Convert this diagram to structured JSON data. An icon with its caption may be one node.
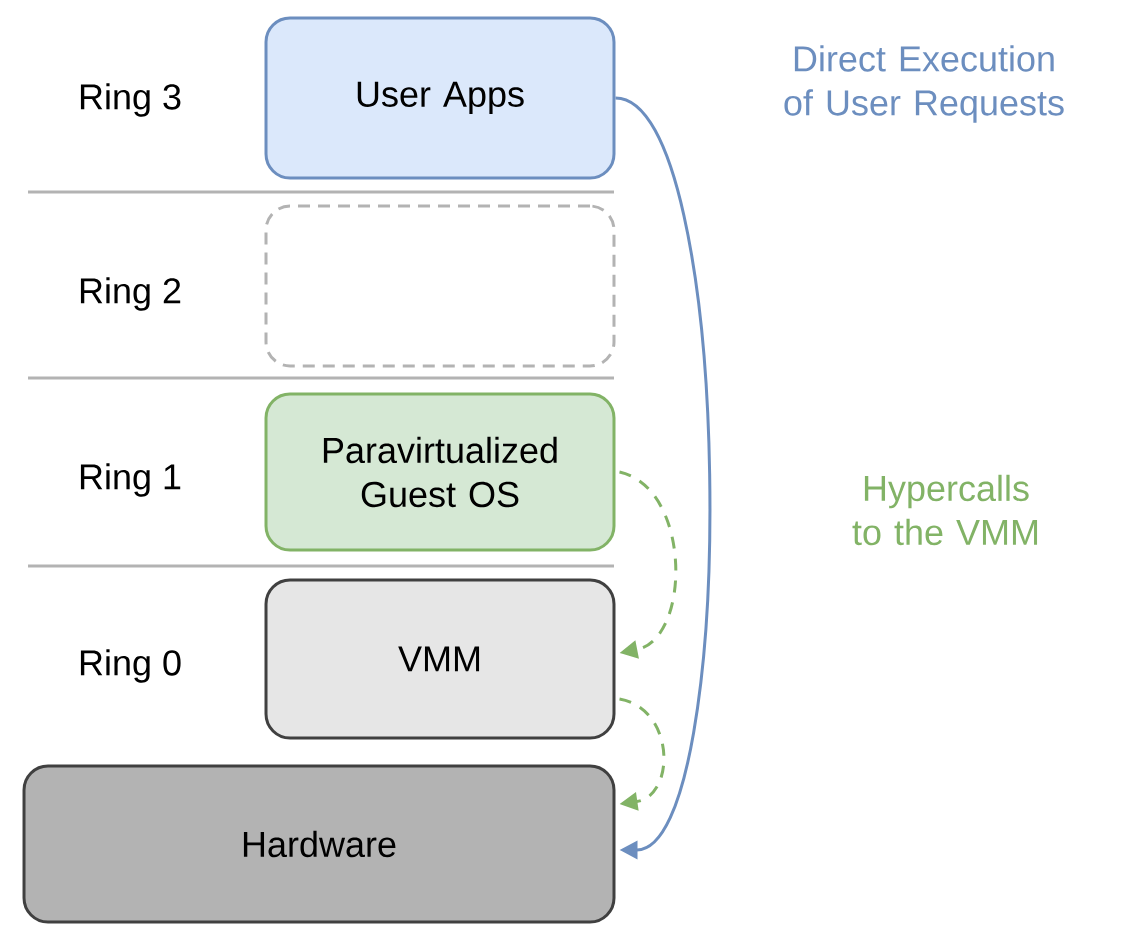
{
  "diagram": {
    "nodes": [
      {
        "text": [
          "User Apps"
        ]
      },
      {
        "text": [],
        "shape": "box"
      },
      {
        "text": [
          "Paravirtualized Guest OS"
        ]
      },
      {
        "text": [
          "VMM"
        ]
      },
      {
        "text": [
          "Hardware"
        ]
      }
    ],
    "edges": [
      {
        "from": 0,
        "to": 4,
        "arrow": "to",
        "label": "Direct Execution of User Requests",
        "color": "#6c8ebf"
      },
      {
        "from": 2,
        "to": 3,
        "arrow": "to",
        "style": "dashed",
        "label": "Hypercalls to the VMM",
        "color": "#82b366"
      },
      {
        "from": 3,
        "to": 4,
        "arrow": "to",
        "style": "dashed",
        "color": "#82b366"
      }
    ],
    "labels": [
      "Ring 3",
      "Ring 2",
      "Ring 1",
      "Ring 0"
    ]
  }
}
